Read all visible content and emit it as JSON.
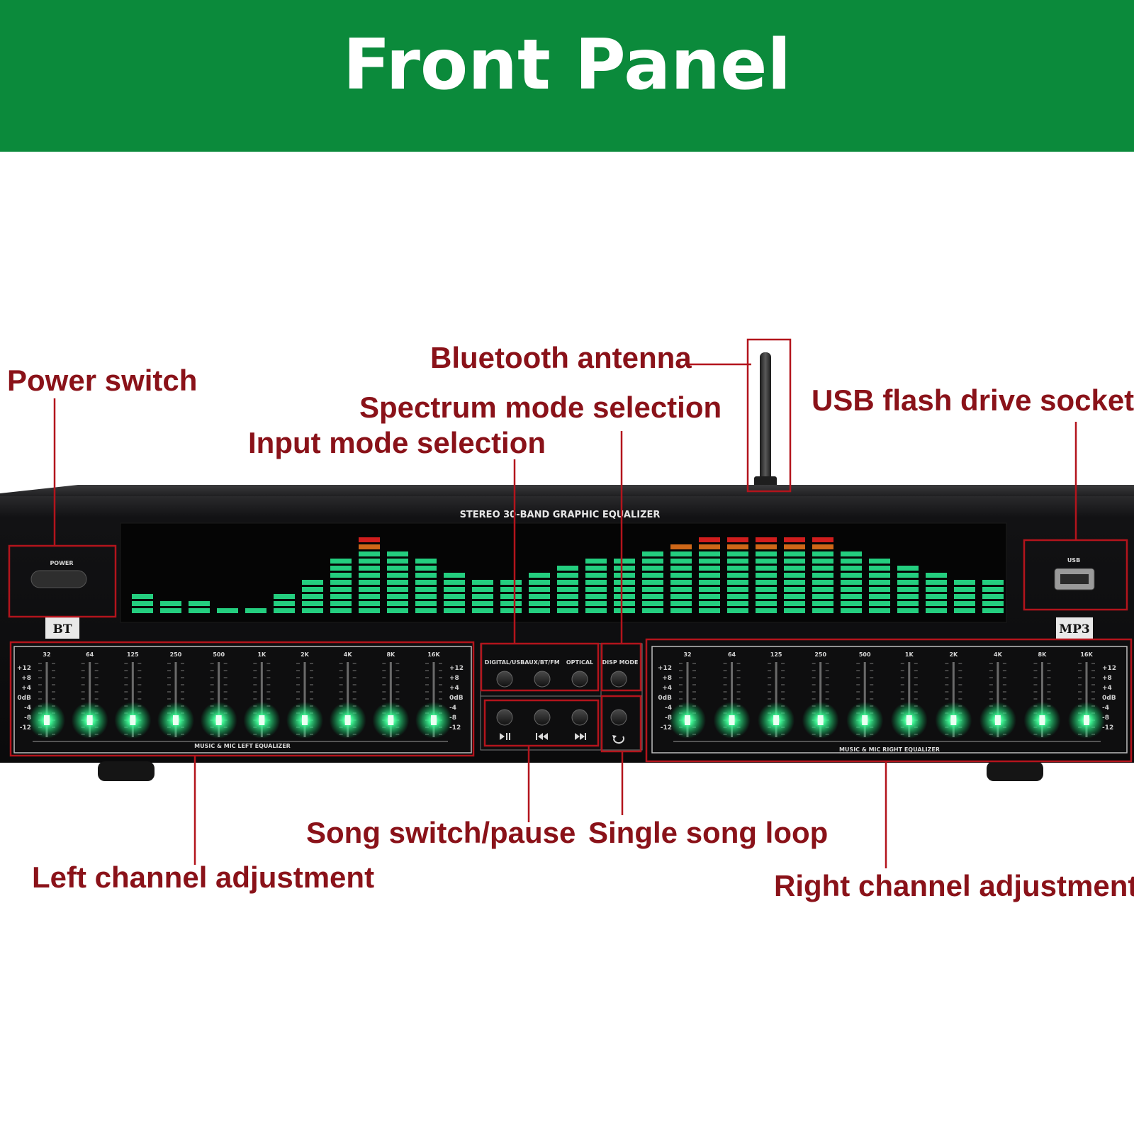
{
  "banner": {
    "title": "Front Panel",
    "color": "#0b8a3b"
  },
  "device": {
    "panel_title": "STEREO 30-BAND GRAPHIC EQUALIZER",
    "power_label": "POWER",
    "usb_label": "USB",
    "left_logo": "BT",
    "right_logo": "MP3",
    "left_caption": "MUSIC & MIC LEFT EQUALIZER",
    "right_caption": "MUSIC & MIC RIGHT EQUALIZER",
    "freq_labels": [
      "32",
      "64",
      "125",
      "250",
      "500",
      "1K",
      "2K",
      "4K",
      "8K",
      "16K"
    ],
    "scale_left": [
      "+12",
      "+8",
      "+4",
      "0dB",
      "-4",
      "-8",
      "-12"
    ],
    "scale_right": [
      "+12",
      "+8",
      "+4",
      "0dB",
      "-4",
      "-8",
      "-12"
    ],
    "mode_buttons": [
      "DIGITAL/USB",
      "AUX/BT/FM",
      "OPTICAL",
      "DISP MODE"
    ],
    "spectrum_levels": [
      3,
      2,
      2,
      1,
      1,
      3,
      5,
      8,
      11,
      9,
      8,
      6,
      5,
      5,
      6,
      7,
      8,
      8,
      9,
      10,
      11,
      11,
      11,
      11,
      11,
      9,
      8,
      7,
      6,
      5,
      5
    ],
    "colors": {
      "annotation": "#8a1219",
      "led_green": "#27e08a",
      "led_amber": "#e0701a",
      "led_red": "#e32020"
    }
  },
  "callouts": {
    "power_switch": "Power switch",
    "bluetooth_antenna": "Bluetooth antenna",
    "usb_socket": "USB flash drive socket",
    "spectrum_mode": "Spectrum mode selection",
    "input_mode": "Input mode selection",
    "song_switch": "Song switch/pause",
    "single_loop": "Single song loop",
    "left_channel": "Left channel adjustment",
    "right_channel": "Right channel adjustment"
  }
}
